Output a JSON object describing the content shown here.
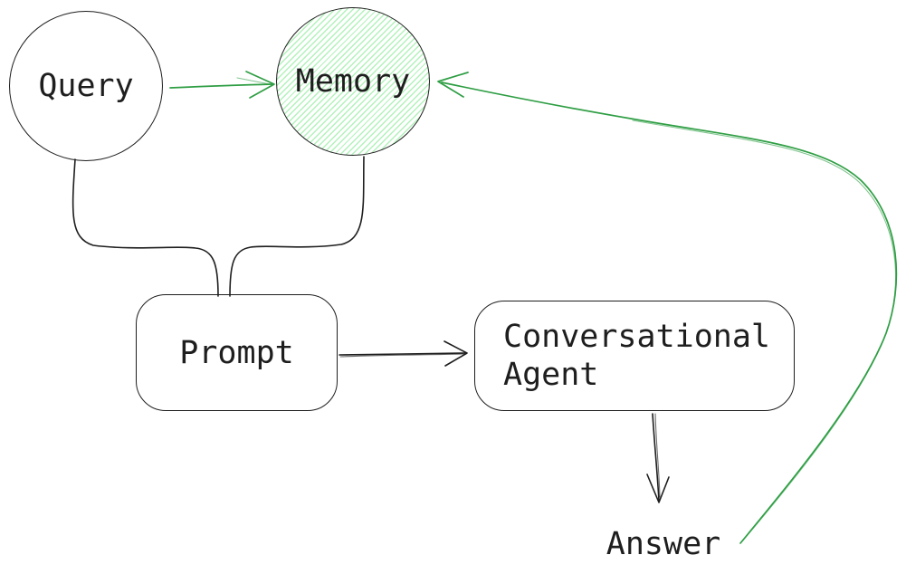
{
  "title": "Conversational agent memory flow diagram",
  "colors": {
    "background": "#ffffff",
    "stroke": "#1e1e1e",
    "accent_green": "#2f9e44",
    "memory_hatch_fill": "#b2f2bb"
  },
  "nodes": {
    "query": {
      "label": "Query",
      "shape": "ellipse",
      "fill": "white"
    },
    "memory": {
      "label": "Memory",
      "shape": "ellipse",
      "fill": "green-hachure"
    },
    "prompt": {
      "label": "Prompt",
      "shape": "rounded-rectangle",
      "fill": "white"
    },
    "agent": {
      "label": "Conversational Agent",
      "shape": "rounded-rectangle",
      "fill": "white"
    },
    "answer": {
      "label": "Answer",
      "shape": "text"
    }
  },
  "edges": [
    {
      "from": "query",
      "to": "memory",
      "color": "green",
      "arrowhead": true,
      "style": "straight"
    },
    {
      "from": "query",
      "to": "prompt",
      "color": "black",
      "arrowhead": false,
      "style": "elbow"
    },
    {
      "from": "memory",
      "to": "prompt",
      "color": "black",
      "arrowhead": false,
      "style": "elbow"
    },
    {
      "from": "prompt",
      "to": "agent",
      "color": "black",
      "arrowhead": true,
      "style": "straight"
    },
    {
      "from": "agent",
      "to": "answer",
      "color": "black",
      "arrowhead": true,
      "style": "straight"
    },
    {
      "from": "answer",
      "to": "memory",
      "color": "green",
      "arrowhead": true,
      "style": "curved"
    }
  ]
}
